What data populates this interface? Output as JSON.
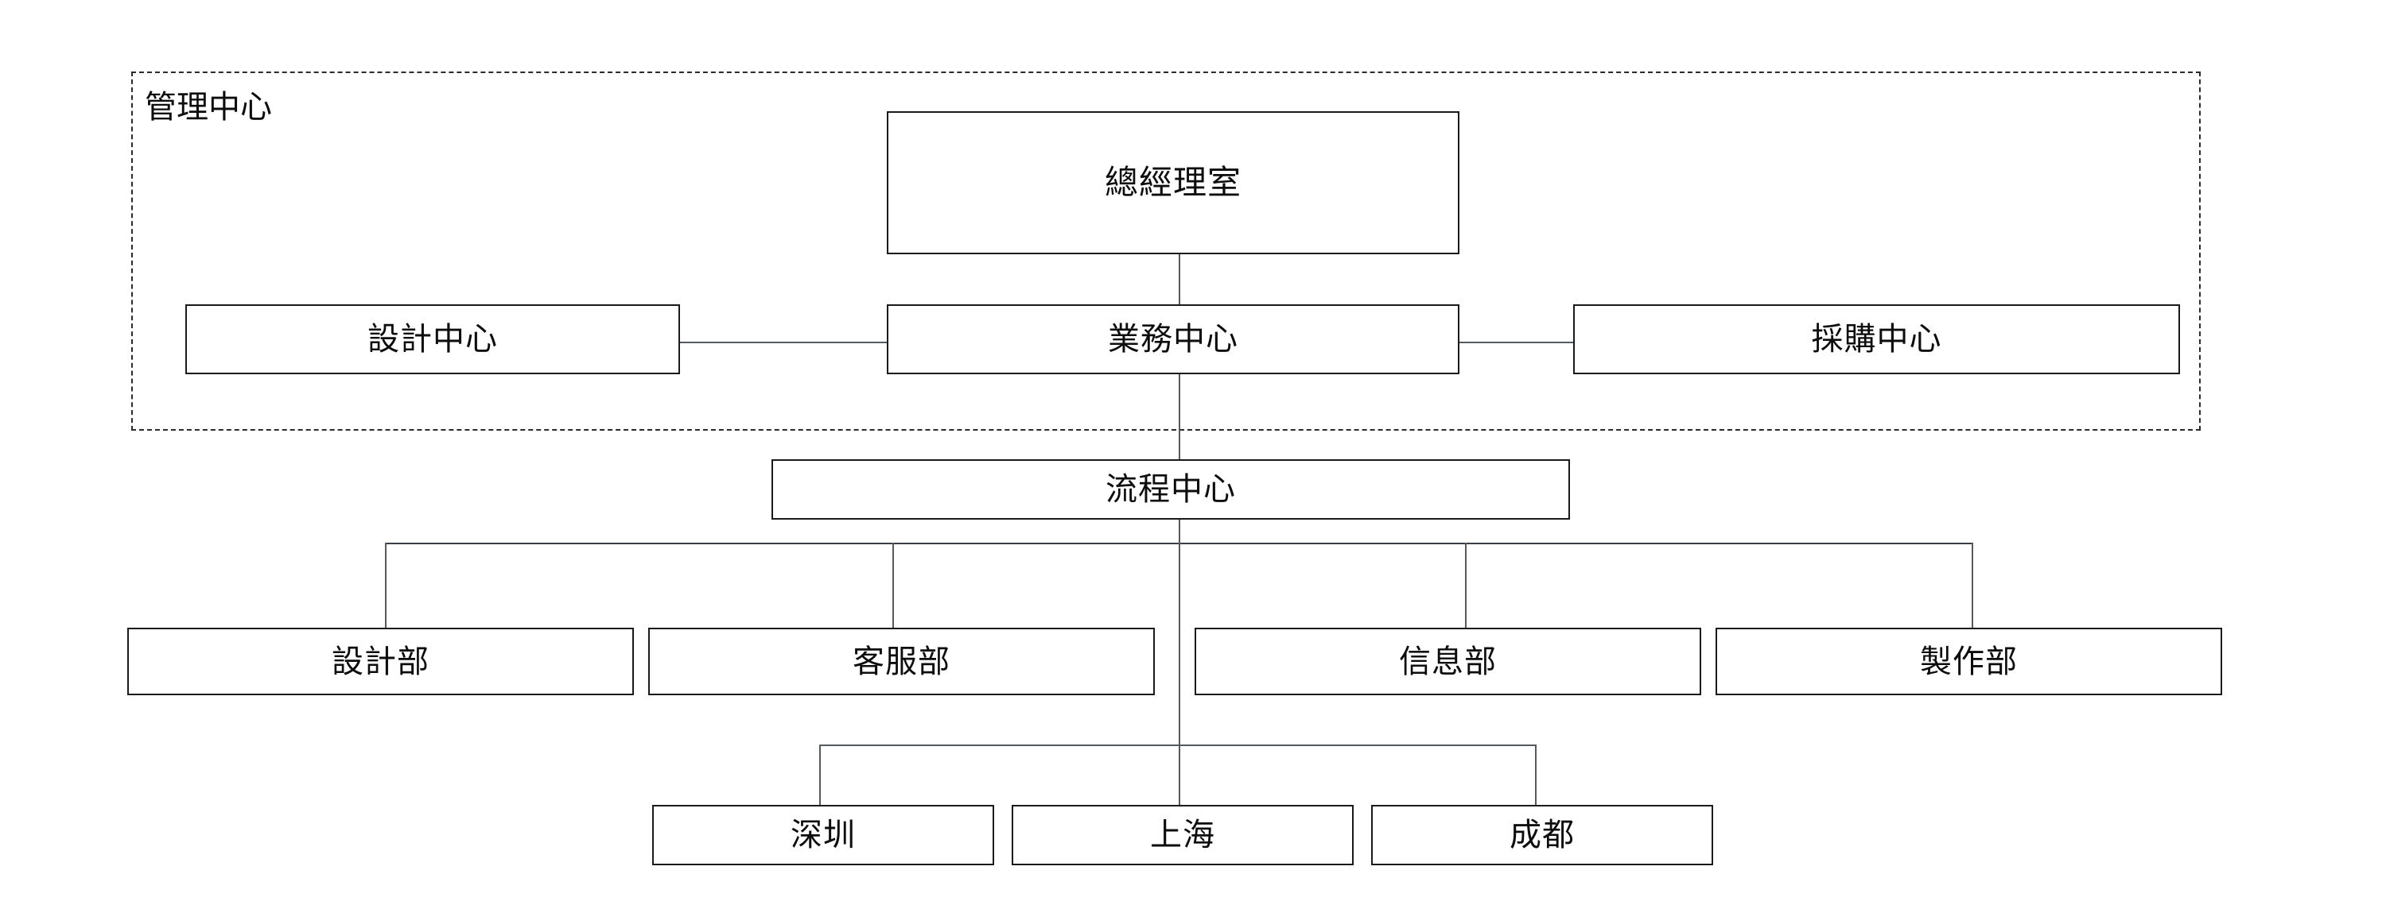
{
  "chart": {
    "type": "org-chart",
    "title": "",
    "group": {
      "label": "管理中心",
      "style": "dashed"
    },
    "nodes": [
      {
        "id": "gm",
        "label": "總經理室",
        "level": 1
      },
      {
        "id": "design_c",
        "label": "設計中心",
        "level": 2
      },
      {
        "id": "business_c",
        "label": "業務中心",
        "level": 2
      },
      {
        "id": "purchase_c",
        "label": "採購中心",
        "level": 2
      },
      {
        "id": "process_c",
        "label": "流程中心",
        "level": 3
      },
      {
        "id": "design_d",
        "label": "設計部",
        "level": 4
      },
      {
        "id": "service_d",
        "label": "客服部",
        "level": 4
      },
      {
        "id": "info_d",
        "label": "信息部",
        "level": 4
      },
      {
        "id": "product_d",
        "label": "製作部",
        "level": 4
      },
      {
        "id": "shenzhen",
        "label": "深圳",
        "level": 5
      },
      {
        "id": "shanghai",
        "label": "上海",
        "level": 5
      },
      {
        "id": "chengdu",
        "label": "成都",
        "level": 5
      }
    ],
    "edges": [
      {
        "from": "gm",
        "to": "business_c"
      },
      {
        "from": "design_c",
        "to": "business_c"
      },
      {
        "from": "business_c",
        "to": "purchase_c"
      },
      {
        "from": "business_c",
        "to": "process_c"
      },
      {
        "from": "process_c",
        "to": "design_d"
      },
      {
        "from": "process_c",
        "to": "service_d"
      },
      {
        "from": "process_c",
        "to": "info_d"
      },
      {
        "from": "process_c",
        "to": "product_d"
      },
      {
        "from": "process_c",
        "to": "shenzhen"
      },
      {
        "from": "process_c",
        "to": "shanghai"
      },
      {
        "from": "process_c",
        "to": "chengdu"
      }
    ],
    "colors": {
      "background": "#ffffff",
      "node_border": "#1a1a1a",
      "node_fill": "#ffffff",
      "connector": "#555a5e",
      "group_border": "#2b2b2b",
      "text": "#0d0d0d"
    }
  }
}
